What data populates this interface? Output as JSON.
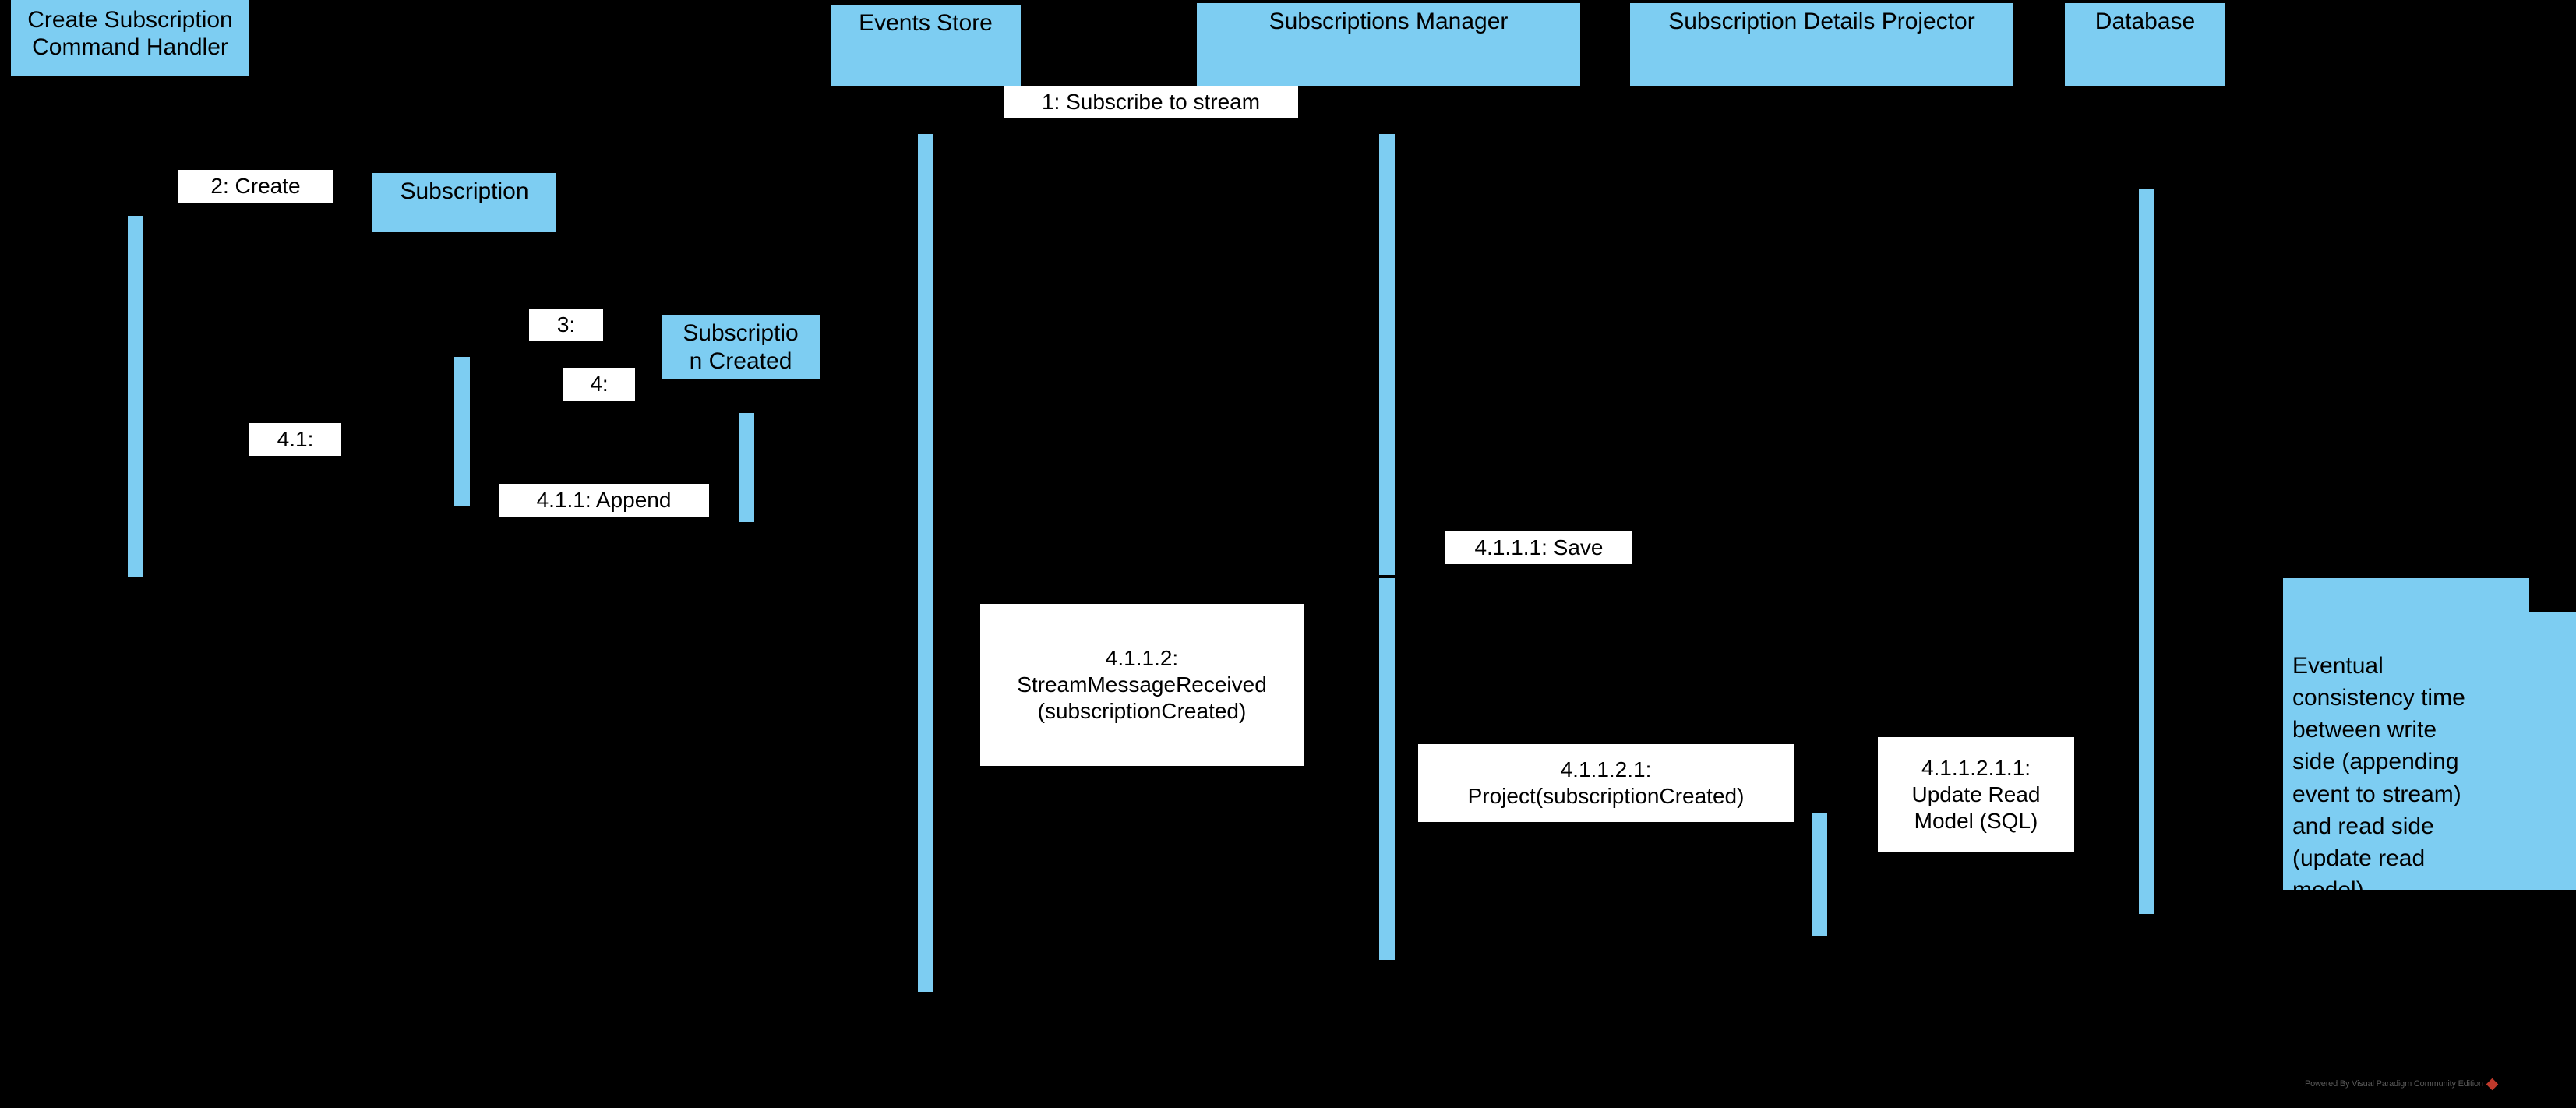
{
  "diagram": {
    "type": "uml-sequence-diagram",
    "background_color": "#000000",
    "accent_color": "#7DCDF2",
    "label_background_color": "#FFFFFF",
    "text_color": "#000000"
  },
  "lifelines": [
    {
      "id": "create-subscription-command-handler",
      "label": "Create Subscription\nCommand Handler"
    },
    {
      "id": "events-store",
      "label": "Events Store"
    },
    {
      "id": "subscriptions-manager",
      "label": "Subscriptions Manager"
    },
    {
      "id": "subscription-details-projector",
      "label": "Subscription Details Projector"
    },
    {
      "id": "database",
      "label": "Database"
    }
  ],
  "created_objects": [
    {
      "id": "subscription",
      "label": "Subscription"
    },
    {
      "id": "subscription-created",
      "label": "Subscriptio\nn Created"
    }
  ],
  "messages": [
    {
      "id": "m1",
      "sequence": "1",
      "label": "1: Subscribe to stream"
    },
    {
      "id": "m2",
      "sequence": "2",
      "label": "2: Create"
    },
    {
      "id": "m3",
      "sequence": "3",
      "label": "3:"
    },
    {
      "id": "m4",
      "sequence": "4",
      "label": "4:"
    },
    {
      "id": "m41",
      "sequence": "4.1",
      "label": "4.1:"
    },
    {
      "id": "m411",
      "sequence": "4.1.1",
      "label": "4.1.1: Append"
    },
    {
      "id": "m4111",
      "sequence": "4.1.1.1",
      "label": "4.1.1.1: Save"
    },
    {
      "id": "m4112",
      "sequence": "4.1.1.2",
      "label": "4.1.1.2:\nStreamMessageReceived\n(subscriptionCreated)"
    },
    {
      "id": "m41121",
      "sequence": "4.1.1.2.1",
      "label": "4.1.1.2.1:\nProject(subscriptionCreated)"
    },
    {
      "id": "m411211",
      "sequence": "4.1.1.2.1.1",
      "label": "4.1.1.2.1.1:\nUpdate Read\nModel (SQL)"
    }
  ],
  "note": {
    "id": "eventual-consistency-note",
    "text": "Eventual\nconsistency time\nbetween write\nside (appending\nevent to stream)\nand read side\n(update read\nmodel)"
  },
  "watermark": {
    "text": "Powered By Visual Paradigm Community Edition",
    "logo_color": "#c0392b"
  }
}
